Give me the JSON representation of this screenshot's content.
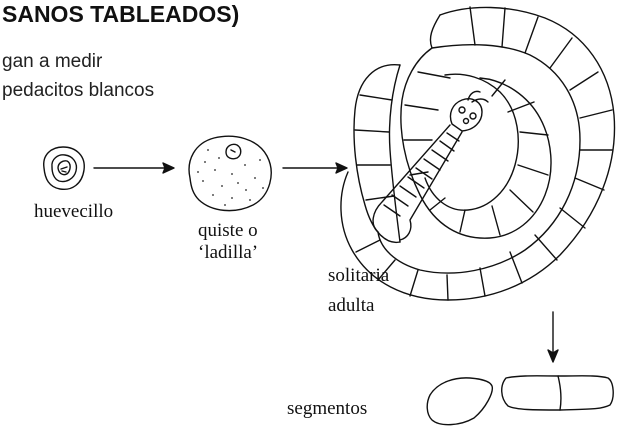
{
  "heading": "SANOS TABLEADOS)",
  "intro": {
    "line1": "gan a medir",
    "line2": "pedacitos blancos"
  },
  "labels": {
    "egg": "huevecillo",
    "cyst_line1": "quiste o",
    "cyst_line2": "‘ladilla’",
    "adult_line1": "solitaria",
    "adult_line2": "adulta",
    "segments": "segmentos"
  }
}
